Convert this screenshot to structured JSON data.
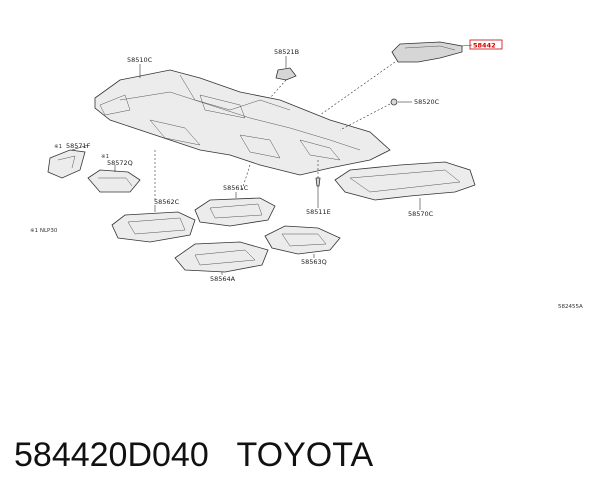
{
  "parts": {
    "p58510C": "58510C",
    "p58521B": "58521B",
    "p58442": "58442",
    "p58520C": "58520C",
    "p58571F": "58571F",
    "p58572Q": "58572Q",
    "p58562C": "58562C",
    "p58561C": "58561C",
    "p58511E": "58511E",
    "p58570C": "58570C",
    "p58564A": "58564A",
    "p58563Q": "58563Q"
  },
  "notes": {
    "mark1a": "※1",
    "mark1b": "※1",
    "nlp": "※1 NLP30",
    "code": "582455A"
  },
  "caption": {
    "part_number": "584420D040",
    "brand": "TOYOTA"
  },
  "colors": {
    "highlight": "#d40000"
  }
}
